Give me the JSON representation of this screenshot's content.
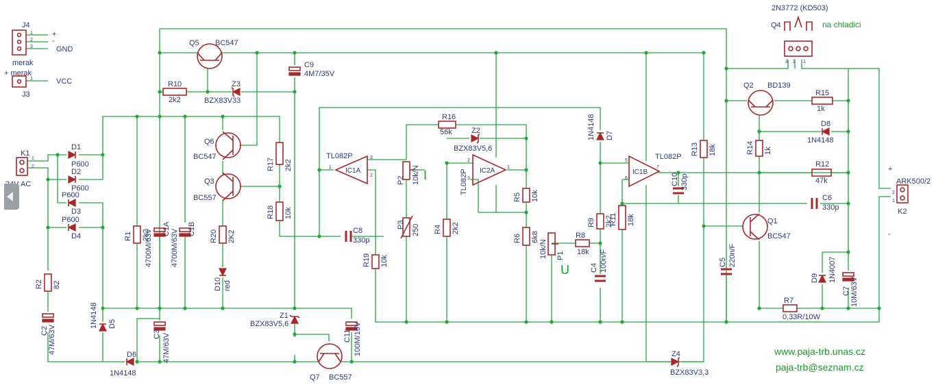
{
  "connectors": {
    "j4": {
      "ref": "J4",
      "label": "merak",
      "pin_labels": [
        "+",
        "-",
        "GND"
      ]
    },
    "j3": {
      "ref": "J3",
      "label": "+ merak",
      "pin_label": "VCC"
    },
    "k1": {
      "ref": "K1",
      "label": "24V AC"
    },
    "k2": {
      "ref": "K2",
      "value": "ARK500/2",
      "plus": "+",
      "minus": "-"
    }
  },
  "power_transistor": {
    "value": "2N3772 (KD503)",
    "ref": "Q4",
    "note": "na chladici"
  },
  "transistors": [
    {
      "ref": "Q5",
      "value": "BC547"
    },
    {
      "ref": "Q6",
      "value": "BC547"
    },
    {
      "ref": "Q3",
      "value": "BC557"
    },
    {
      "ref": "Q7",
      "value": "BC557"
    },
    {
      "ref": "Q2",
      "value": "BD139"
    },
    {
      "ref": "Q1",
      "value": "BC547"
    }
  ],
  "diodes": [
    {
      "ref": "D1",
      "value": "P600"
    },
    {
      "ref": "D2",
      "value": "P600"
    },
    {
      "ref": "D3",
      "value": "P600"
    },
    {
      "ref": "D4",
      "value": "P600"
    },
    {
      "ref": "D5",
      "value": "1N4148"
    },
    {
      "ref": "D6",
      "value": "1N4148"
    },
    {
      "ref": "D7",
      "value": "1N4148"
    },
    {
      "ref": "D8",
      "value": "1N4148"
    },
    {
      "ref": "D9",
      "value": "1N4007"
    },
    {
      "ref": "D10",
      "value": "red"
    }
  ],
  "zeners": [
    {
      "ref": "Z1",
      "value": "BZX83V5,6"
    },
    {
      "ref": "Z2",
      "value": "BZX83V5,6"
    },
    {
      "ref": "Z3",
      "value": "BZX83V33"
    },
    {
      "ref": "Z4",
      "value": "BZX83V3,3"
    }
  ],
  "resistors": [
    {
      "ref": "R1",
      "value": "2k2"
    },
    {
      "ref": "R2",
      "value": "82"
    },
    {
      "ref": "R4",
      "value": "2k2"
    },
    {
      "ref": "R5",
      "value": "10k"
    },
    {
      "ref": "R6",
      "value": "6k8"
    },
    {
      "ref": "R7",
      "value": "0,33R/10W"
    },
    {
      "ref": "R8",
      "value": "18k"
    },
    {
      "ref": "R9",
      "value": "2k2"
    },
    {
      "ref": "R10",
      "value": "2k2"
    },
    {
      "ref": "R11",
      "value": "18k"
    },
    {
      "ref": "R12",
      "value": "47k"
    },
    {
      "ref": "R13",
      "value": "18k"
    },
    {
      "ref": "R14",
      "value": "1k"
    },
    {
      "ref": "R15",
      "value": "1k"
    },
    {
      "ref": "R16",
      "value": "56k"
    },
    {
      "ref": "R17",
      "value": "2k2"
    },
    {
      "ref": "R18",
      "value": "10k"
    },
    {
      "ref": "R19",
      "value": "10k"
    },
    {
      "ref": "R20",
      "value": "2K2"
    }
  ],
  "pots": [
    {
      "ref": "P1",
      "value": "10k/N",
      "mark": "U"
    },
    {
      "ref": "P2",
      "value": "10k/N",
      "mark": "I"
    },
    {
      "ref": "P3",
      "value": "250"
    }
  ],
  "capacitors": [
    {
      "ref": "C1A",
      "value": "4700M/63V"
    },
    {
      "ref": "C1B",
      "value": "4700M/63V"
    },
    {
      "ref": "C2",
      "value": "47M/63V"
    },
    {
      "ref": "C3",
      "value": "47M/63V"
    },
    {
      "ref": "C4",
      "value": "100n/F"
    },
    {
      "ref": "C5",
      "value": "220n/F"
    },
    {
      "ref": "C6",
      "value": "330p"
    },
    {
      "ref": "C7",
      "value": "10M/63V"
    },
    {
      "ref": "C8",
      "value": "330p"
    },
    {
      "ref": "C9",
      "value": "4M7/35V"
    },
    {
      "ref": "C10",
      "value": "330p"
    },
    {
      "ref": "C11",
      "value": "100M/16V"
    }
  ],
  "opamps": [
    {
      "ref": "IC1A",
      "value": "TL082P"
    },
    {
      "ref": "IC2A",
      "value": "TL082P"
    },
    {
      "ref": "IC1B",
      "value": "TL082P"
    }
  ],
  "footer": {
    "website": "www.paja-trb.unas.cz",
    "email": "paja-trb@seznam.cz"
  }
}
